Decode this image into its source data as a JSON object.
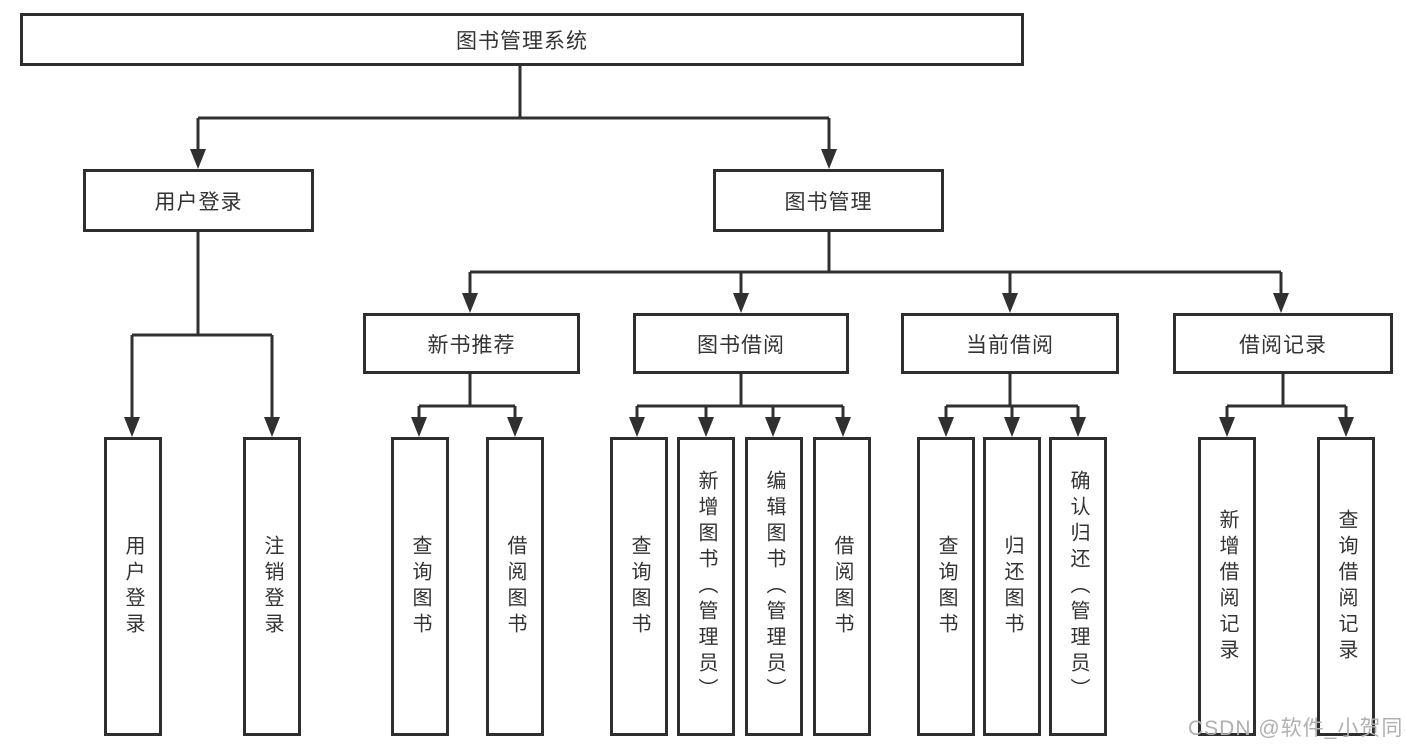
{
  "nodes": {
    "root": "图书管理系统",
    "user_login": "用户登录",
    "book_mgmt": "图书管理",
    "new_book_rec": "新书推荐",
    "book_borrow": "图书借阅",
    "current_borrow": "当前借阅",
    "borrow_record": "借阅记录",
    "leaves": [
      "用户登录",
      "注销登录",
      "查询图书",
      "借阅图书",
      "查询图书",
      "新增图书（管理员）",
      "编辑图书（管理员）",
      "借阅图书",
      "查询图书",
      "归还图书",
      "确认归还（管理员）",
      "新增借阅记录",
      "查询借阅记录"
    ]
  },
  "watermark": "CSDN @软件_小贺同学",
  "colors": {
    "line": "#303030",
    "box_border": "#2e2e2e",
    "text": "#333333",
    "watermark": "#b0b0b0",
    "background": "#ffffff"
  }
}
